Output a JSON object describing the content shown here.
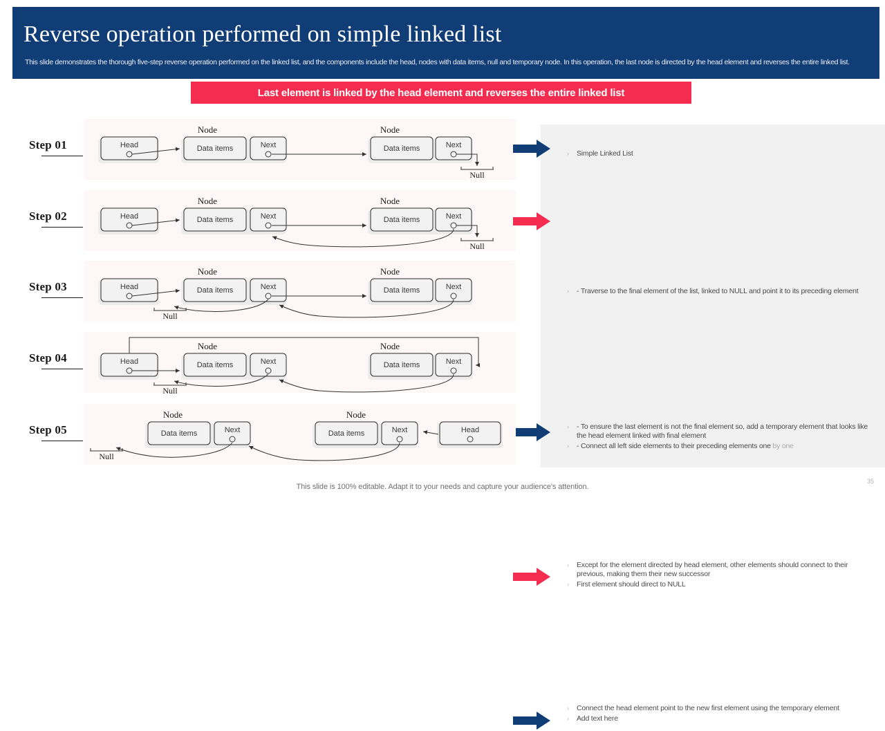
{
  "header": {
    "title": "Reverse operation performed on simple linked list",
    "subtitle": "This slide demonstrates the thorough five-step reverse operation performed on the linked list, and the components include the head, nodes with data items, null and temporary node. In this operation, the last node is directed by the head element and reverses the entire linked list.",
    "accent_color": "#103d76"
  },
  "banner": {
    "text": "Last element is linked by the head element and reverses the entire linked list",
    "color": "#f42c4f"
  },
  "labels": {
    "node": "Node",
    "head": "Head",
    "data_items": "Data items",
    "next": "Next",
    "null": "Null"
  },
  "steps": [
    {
      "label": "Step 01",
      "arrow_color": "#103d76",
      "bullets": [
        {
          "mark": "›",
          "text": "Simple Linked List"
        }
      ]
    },
    {
      "label": "Step 02",
      "arrow_color": "#f42c4f",
      "bullets": [
        {
          "mark": "›",
          "text": "- Traverse to the final element of the list, linked to NULL and point it to its preceding element"
        }
      ]
    },
    {
      "label": "Step 03",
      "arrow_color": "#103d76",
      "bullets": [
        {
          "mark": "›",
          "text": "- To ensure the last element is not the final element so, add a temporary element that looks like the head element linked with final element"
        },
        {
          "mark": "›",
          "text": "- Connect all left side elements to their preceding elements one ",
          "dim": "by one"
        }
      ]
    },
    {
      "label": "Step 04",
      "arrow_color": "#f42c4f",
      "bullets": [
        {
          "mark": "›",
          "text": "Except for the element directed by head element, other elements should connect to their previous, making them their new successor"
        },
        {
          "mark": "›",
          "text": "First element should direct to NULL"
        }
      ]
    },
    {
      "label": "Step 05",
      "arrow_color": "#103d76",
      "bullets": [
        {
          "mark": "›",
          "text": "Connect the head element point to the new first element using the temporary element"
        },
        {
          "mark": "›",
          "text": "Add text here"
        }
      ]
    }
  ],
  "footer": {
    "text": "This slide is 100% editable. Adapt it to your needs and capture your audience's attention.",
    "page_number": "35"
  }
}
